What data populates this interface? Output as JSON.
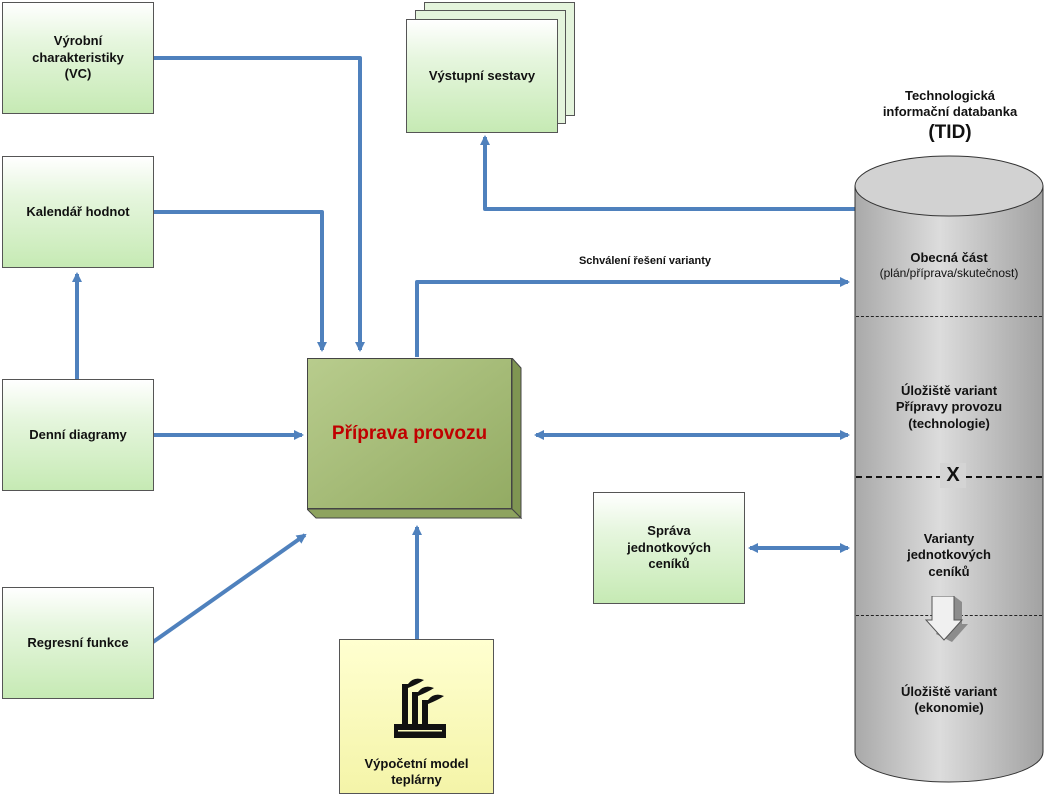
{
  "colors": {
    "arrow": "#4f81bd",
    "box_fill": "#d6f0c8",
    "main_box": "#a5bd7a",
    "main_text": "#c00000",
    "model_box": "#fbfbbb",
    "cylinder": "#c8c8c8"
  },
  "boxes": {
    "vc": "Výrobní\ncharakteristiky\n(VC)",
    "calendar": "Kalendář hodnot",
    "daily": "Denní diagramy",
    "regression": "Regresní funkce",
    "main": "Příprava provozu",
    "outputs": "Výstupní sestavy",
    "model": "Výpočetní model\nteplárny",
    "pricelist": "Správa\njednotkových\nceníků"
  },
  "approval_label": "Schválení řešení varianty",
  "database": {
    "title_line1": "Technologická",
    "title_line2": "informační databanka",
    "title_abbr": "(TID)",
    "section_general_title": "Obecná část",
    "section_general_sub": "(plán/příprava/skutečnost)",
    "section_tech": "Úložiště variant\nPřípravy provozu\n(technologie)",
    "cross_mark": "X",
    "section_prices": "Varianty\njednotkových\nceníků",
    "section_econ": "Úložiště variant\n(ekonomie)"
  },
  "icons": [
    "factory-icon",
    "down-arrow-icon"
  ]
}
